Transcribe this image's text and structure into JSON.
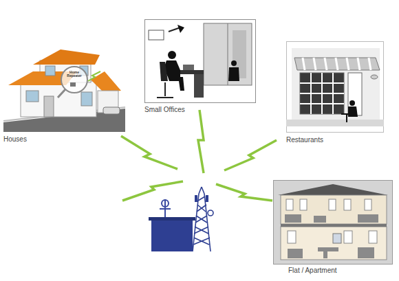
{
  "diagram": {
    "nodes": [
      {
        "text": [
          "Houses"
        ]
      },
      {
        "text": [
          "Small Offices"
        ]
      },
      {
        "text": [
          "Restaurants"
        ]
      },
      {
        "text": [
          "Flat / Apartment"
        ]
      }
    ],
    "labels": [
      "Home Repeater"
    ]
  }
}
